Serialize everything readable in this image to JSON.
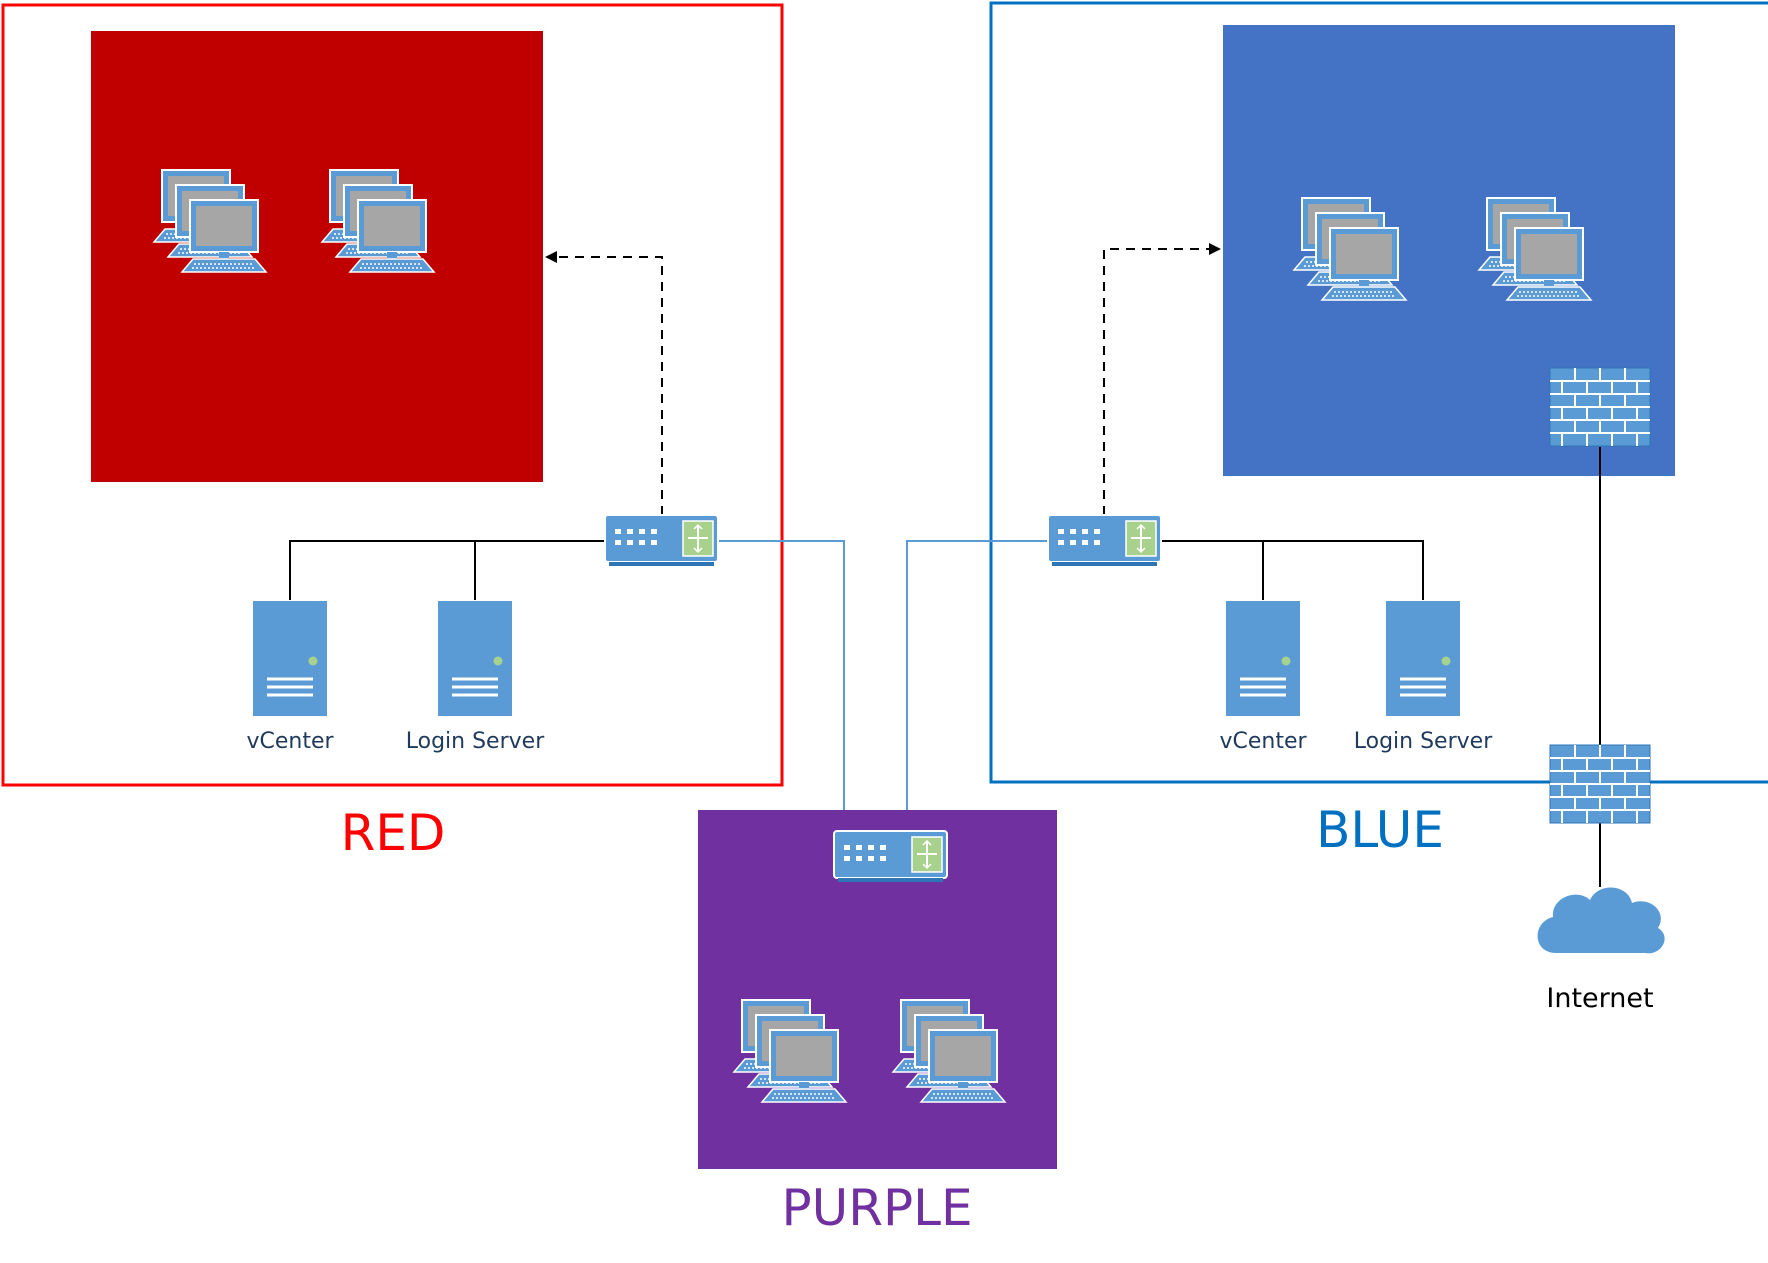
{
  "zones": {
    "red": {
      "title": "RED",
      "color": "#ff0000",
      "fill": "#c00000"
    },
    "blue": {
      "title": "BLUE",
      "color": "#0070c0",
      "fill": "#4472c4"
    },
    "purple": {
      "title": "PURPLE",
      "color": "#7030a0",
      "fill": "#7030a0"
    }
  },
  "servers": {
    "red_vcenter": "vCenter",
    "red_login": "Login Server",
    "blue_vcenter": "vCenter",
    "blue_login": "Login Server"
  },
  "internet": {
    "label": "Internet"
  },
  "icons": {
    "workstation": "workstation-cluster-icon",
    "router": "router-switch-icon",
    "server": "server-icon",
    "firewall": "firewall-icon",
    "cloud": "cloud-icon"
  },
  "colors": {
    "device": "#5b9bd5",
    "device_dark": "#2e75b6",
    "screen": "#a6a6a6",
    "router_panel": "#a9d18e"
  }
}
